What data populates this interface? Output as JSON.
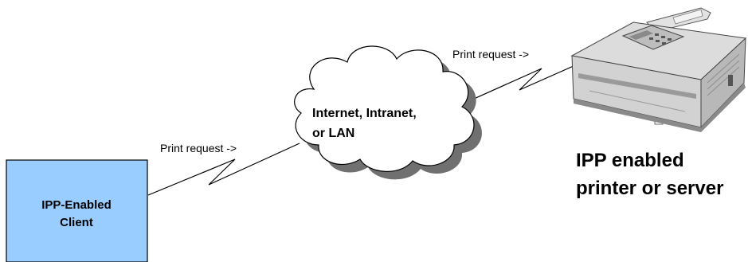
{
  "client": {
    "label_line1": "IPP-Enabled",
    "label_line2": "Client",
    "fill_color": "#99ccff"
  },
  "network_cloud": {
    "label_line1": "Internet, Intranet,",
    "label_line2": "or LAN"
  },
  "links": {
    "client_to_cloud_label": "Print request ->",
    "cloud_to_printer_label": "Print request ->"
  },
  "printer": {
    "label_line1": "IPP enabled",
    "label_line2": "printer or server"
  }
}
